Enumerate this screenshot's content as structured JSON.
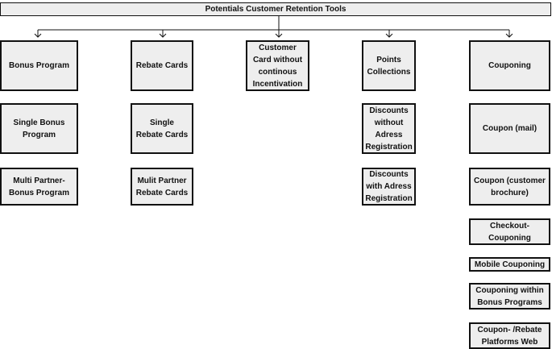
{
  "title": "Potentials Customer Retention Tools",
  "columns": [
    {
      "header": "Bonus Program",
      "items": [
        "Single Bonus Program",
        "Multi Partner-Bonus Program"
      ]
    },
    {
      "header": "Rebate Cards",
      "items": [
        "Single Rebate Cards",
        "Mulit Partner Rebate Cards"
      ]
    },
    {
      "header": "Customer Card without continous Incentivation",
      "items": []
    },
    {
      "header": "Points Collections",
      "items": [
        "Discounts without Adress Registration",
        "Discounts with Adress Registration"
      ]
    },
    {
      "header": "Couponing",
      "items": [
        "Coupon (mail)",
        "Coupon (customer brochure)",
        "Checkout-Couponing",
        "Mobile Couponing",
        "Couponing within Bonus Programs",
        "Coupon- /Rebate Platforms Web"
      ]
    }
  ]
}
